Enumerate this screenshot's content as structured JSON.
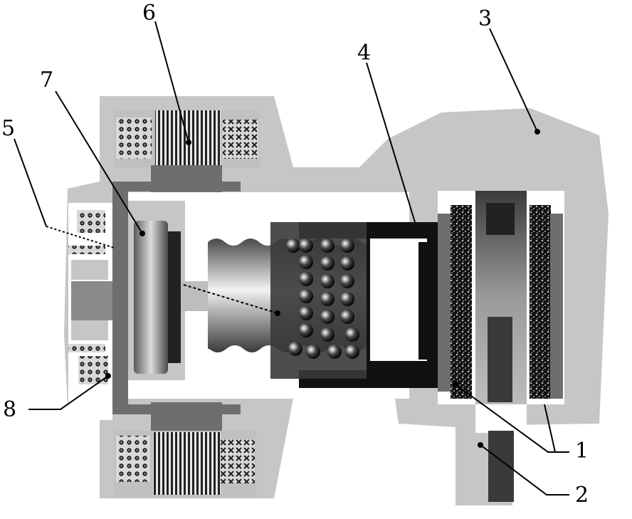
{
  "callouts": [
    {
      "id": "c1",
      "label": "1"
    },
    {
      "id": "c2",
      "label": "2"
    },
    {
      "id": "c3",
      "label": "3"
    },
    {
      "id": "c4",
      "label": "4"
    },
    {
      "id": "c5",
      "label": "5"
    },
    {
      "id": "c6",
      "label": "6"
    },
    {
      "id": "c7",
      "label": "7"
    },
    {
      "id": "c8",
      "label": "8"
    }
  ],
  "colors": {
    "housing": "#c6c6c6",
    "dark_part": "#3a3a3a",
    "medium_part": "#6e6e6e",
    "black": "#111111",
    "white": "#ffffff"
  }
}
